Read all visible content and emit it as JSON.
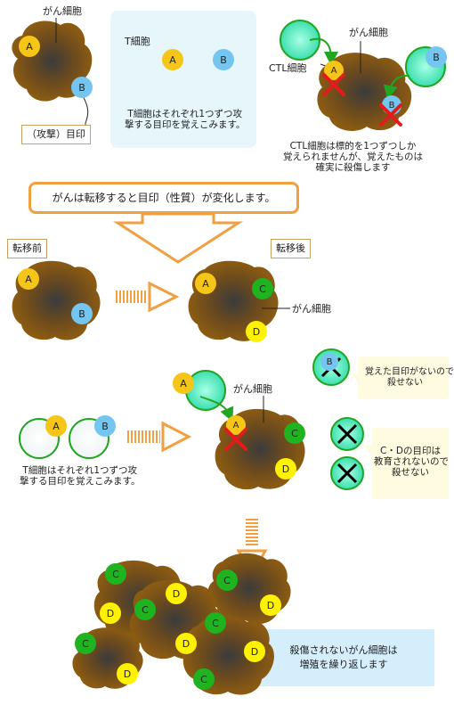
{
  "labels": {
    "A": "A",
    "B": "B",
    "C": "C",
    "D": "D",
    "cancer_cell": "がん細胞",
    "target": "（攻撃）目印",
    "t_cell": "T細胞",
    "t_cell_note": [
      "T細胞はそれぞれ1つずつ攻",
      "撃する目印を覚えこみます。"
    ],
    "ctl_cell": "CTL細胞",
    "ctl_note": [
      "CTL細胞は標的を1つずつしか",
      "覚えられませんが、覚えたものは",
      "確実に殺傷します"
    ],
    "metastasis_callout": "がんは転移すると目印（性質）が変化します。",
    "before": "転移前",
    "after": "転移後",
    "cannot_kill_b": [
      "覚えた目印がないので、",
      "殺せない"
    ],
    "cannot_kill_cd": [
      "C・Dの目印は",
      "教育されないので",
      "殺せない"
    ],
    "t_cell_note2": [
      "T細胞はそれぞれ1つずつ攻",
      "撃する目印を覚えこみます。"
    ],
    "proliferate": [
      "殺傷されないがん細胞は",
      "増殖を繰り返します"
    ]
  },
  "colors": {
    "marker_a": "#f5c518",
    "marker_b": "#74c6f0",
    "marker_c": "#1fb31f",
    "marker_d": "#fff200",
    "ctl": "#3de3b0",
    "tcell_border": "#22a522",
    "cancer_center": "#3a3a3a",
    "cancer_edge": "#8a5a14",
    "accent_orange": "#f0a040",
    "panel_blue": "#e6f6fb"
  }
}
